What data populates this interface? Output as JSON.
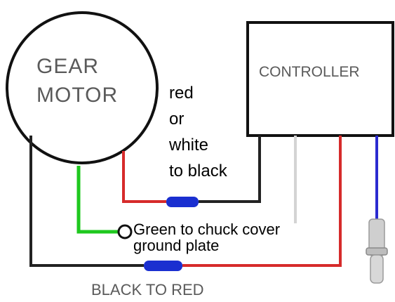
{
  "motor": {
    "line1": "GEAR",
    "line2": "MOTOR"
  },
  "controller": {
    "label": "CONTROLLER"
  },
  "notes": {
    "red_white": [
      "red",
      "or",
      "white",
      "to black"
    ],
    "green": [
      "Green to chuck cover",
      "ground plate"
    ],
    "black_red": "BLACK TO RED"
  },
  "colors": {
    "wire_black": "#222222",
    "wire_red": "#d62b2b",
    "wire_green": "#1fc81f",
    "wire_blue": "#2b2bd0",
    "wire_white": "#d4d4d4",
    "connector": "#1a2fd0"
  }
}
